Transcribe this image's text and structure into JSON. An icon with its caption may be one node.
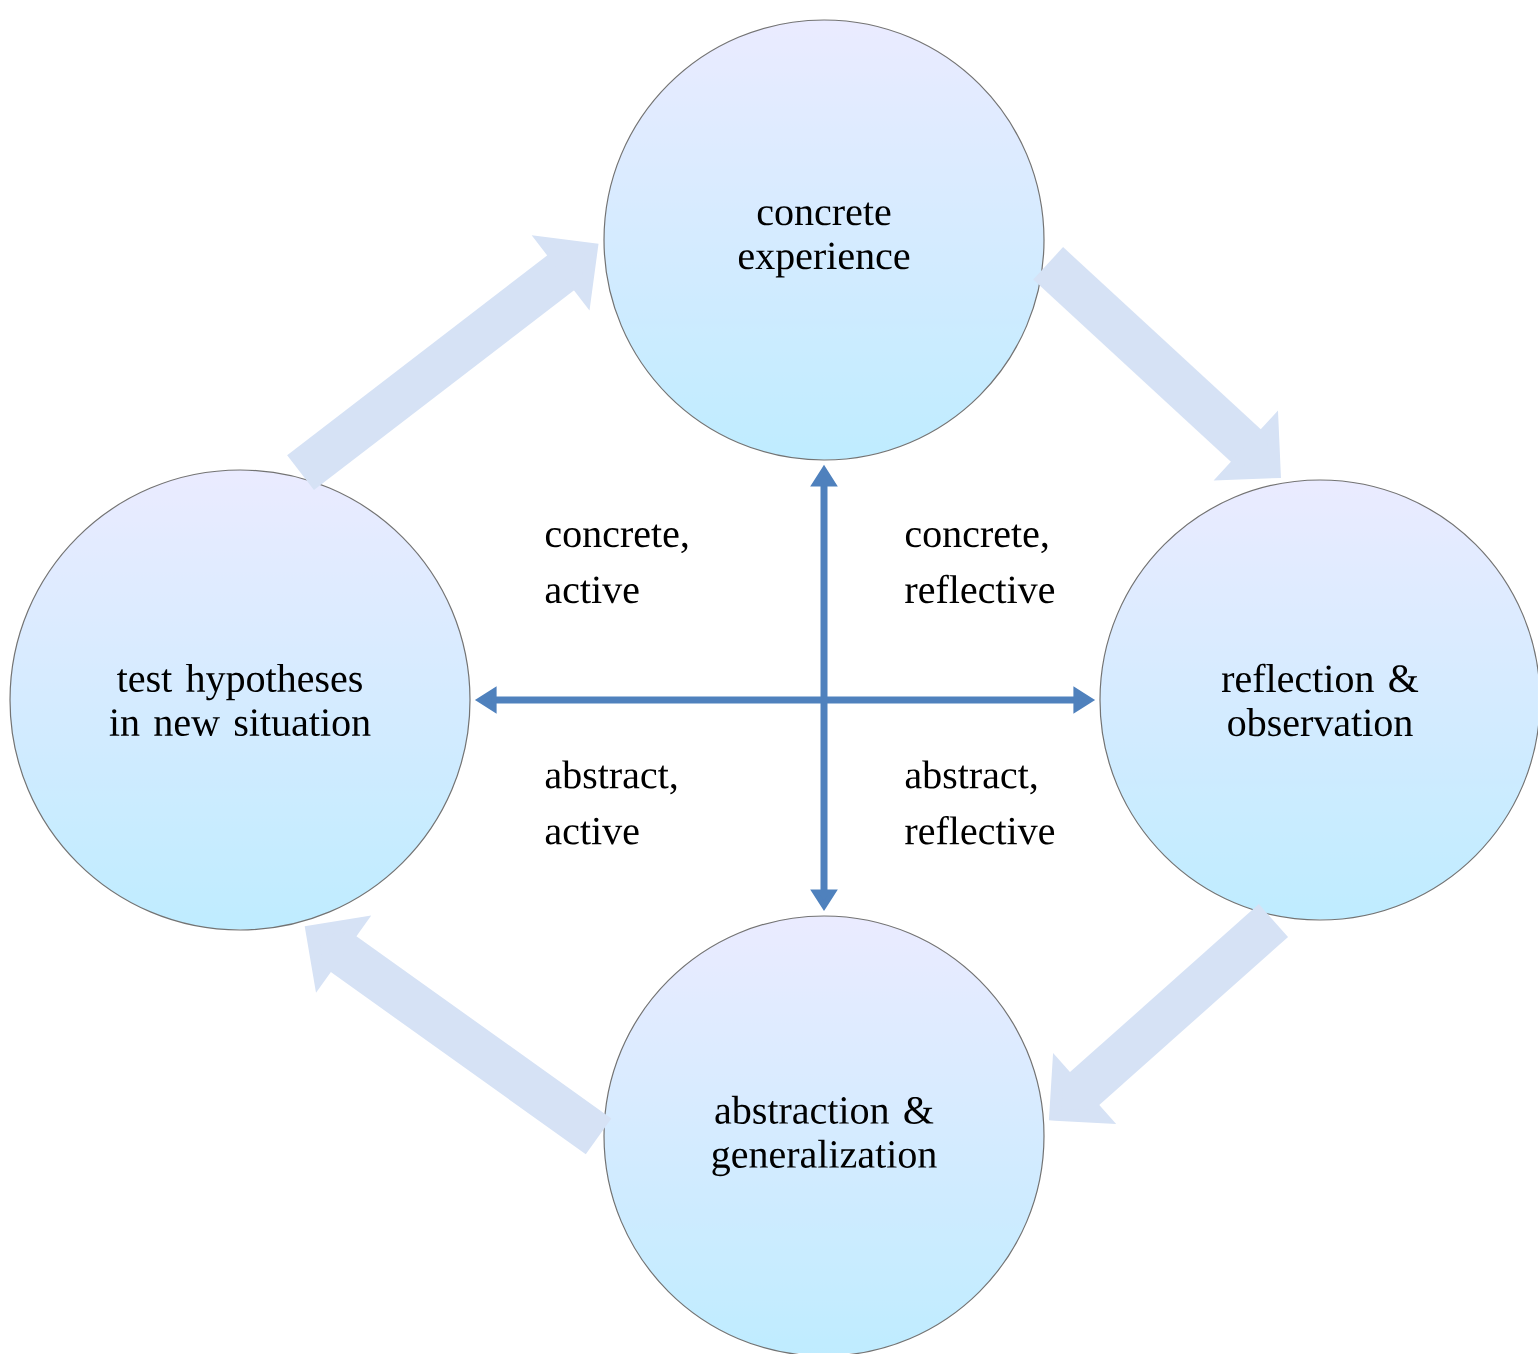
{
  "diagram": {
    "nodes": [
      {
        "text": [
          "concrete experience"
        ]
      },
      {
        "text": [
          "test hypotheses in new situation"
        ]
      },
      {
        "text": [
          "reflection & observation"
        ]
      },
      {
        "text": [
          "abstraction & generalization"
        ]
      }
    ],
    "edges": [
      {
        "from": 0,
        "to": 3,
        "arrow": "both",
        "color": "#4f81bd"
      },
      {
        "from": 1,
        "to": 2,
        "arrow": "both",
        "color": "#4f81bd"
      },
      {
        "from": 0,
        "to": 2,
        "arrow": "to"
      },
      {
        "from": 2,
        "to": 3,
        "arrow": "to"
      },
      {
        "from": 3,
        "to": 1,
        "arrow": "to"
      },
      {
        "from": 1,
        "to": 0,
        "arrow": "to"
      }
    ],
    "labels": [
      "concrete, active",
      "concrete, reflective",
      "abstract, active",
      "abstract, reflective"
    ]
  }
}
